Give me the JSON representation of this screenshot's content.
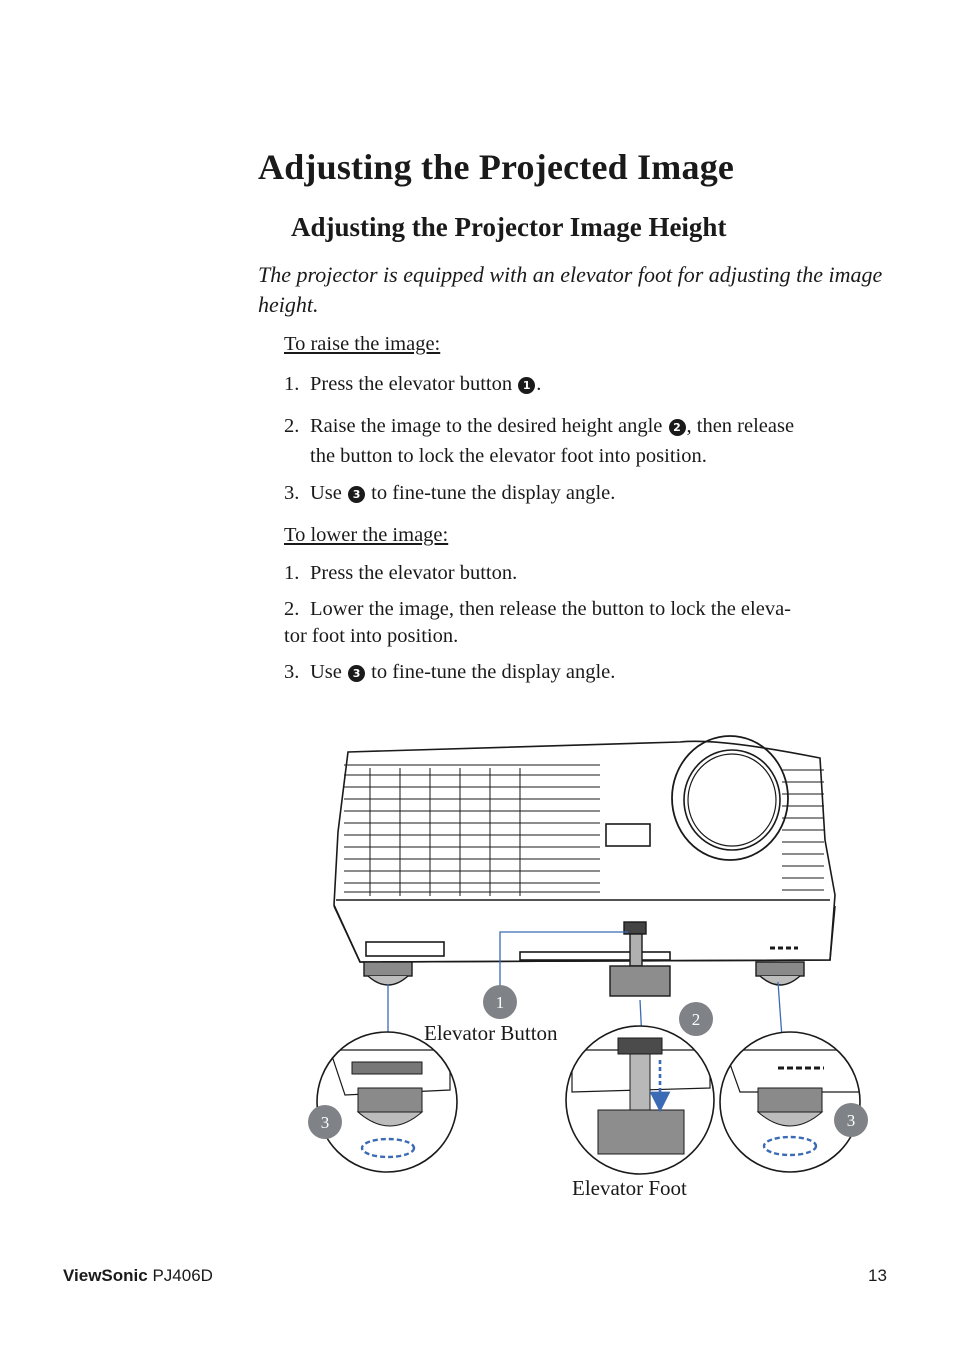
{
  "title": "Adjusting the Projected Image",
  "subtitle": "Adjusting the Projector Image Height",
  "intro": "The projector is equipped with an elevator foot for adjusting the image height.",
  "raise": {
    "heading": "To raise the image:",
    "steps": [
      {
        "num": "1.",
        "pre": "Press the elevator button",
        "marker": "1",
        "post": "."
      },
      {
        "num": "2.",
        "pre": "Raise the image to the desired height angle",
        "marker": "2",
        "post": ", then release",
        "cont": "the button to lock the elevator foot into position."
      },
      {
        "num": "3.",
        "pre": "Use",
        "marker": "3",
        "post": "to fine-tune the display angle."
      }
    ]
  },
  "lower": {
    "heading": "To lower the image:",
    "steps": [
      {
        "num": "1.",
        "text": "Press the elevator button."
      },
      {
        "num": "2.",
        "text": "Lower the image, then release the button to lock the eleva-",
        "cont": "tor foot into position."
      },
      {
        "num": "3.",
        "pre": "Use",
        "marker": "3",
        "post": "to fine-tune the display angle."
      }
    ]
  },
  "figure": {
    "callouts": [
      "1",
      "2",
      "3",
      "3"
    ],
    "label_button": "Elevator Button",
    "label_foot": "Elevator Foot",
    "callout_color": "#7f8286",
    "line_color": "#3b6bb5"
  },
  "footer": {
    "brand": "ViewSonic",
    "model": "PJ406D",
    "page": "13"
  }
}
